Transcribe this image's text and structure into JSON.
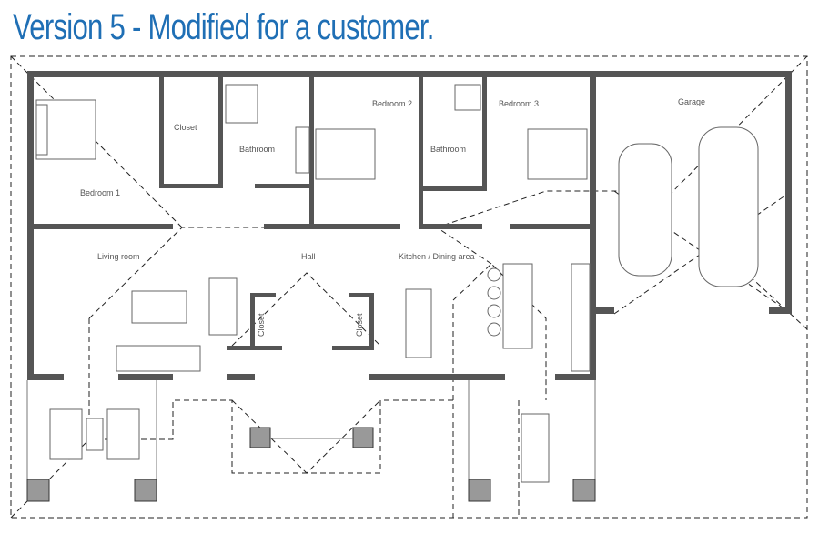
{
  "title": "Version 5 - Modified for a customer.",
  "rooms": {
    "closet_main": "Closet",
    "bathroom_1": "Bathroom",
    "bedroom_2": "Bedroom 2",
    "bathroom_2": "Bathroom",
    "bedroom_3": "Bedroom 3",
    "garage": "Garage",
    "bedroom_1": "Bedroom 1",
    "living_room": "Living room",
    "hall": "Hall",
    "kitchen": "Kitchen / Dining area",
    "closet_left": "Closet",
    "closet_right": "Closet"
  },
  "colors": {
    "title": "#1f6fb5",
    "walls": "#555555"
  }
}
